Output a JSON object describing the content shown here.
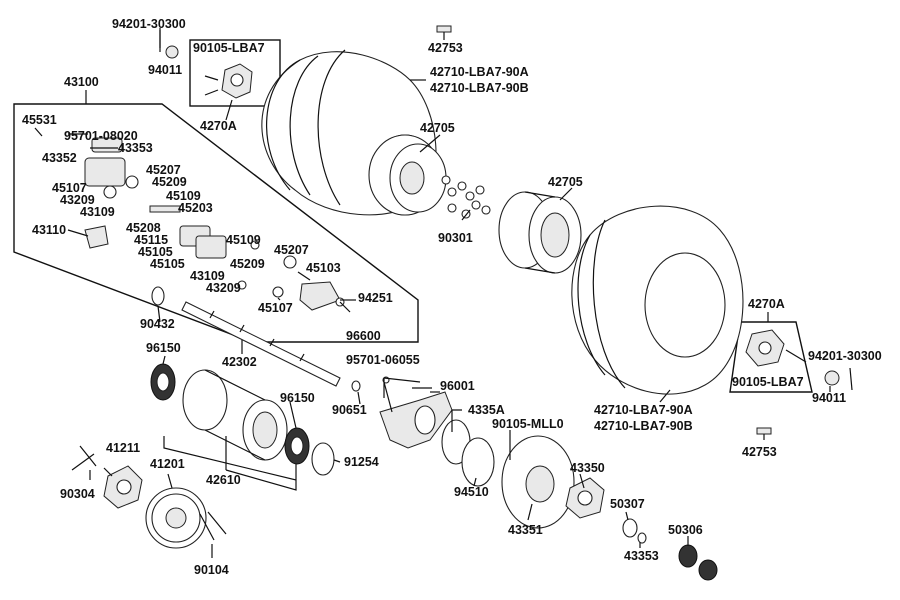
{
  "labels": {
    "bolt_top": "94201-30300",
    "nut_top": "94011",
    "kit_top": "90105-LBA7",
    "hub_top": "4270A",
    "cap_top": "42753",
    "tire_a_top": "42710-LBA7-90A",
    "tire_b_top": "42710-LBA7-90B",
    "rim_left": "42705",
    "rim_right": "42705",
    "wheel_nut": "90301",
    "caliper_assy": "43100",
    "p45531": "45531",
    "p95701_08020": "95701-08020",
    "p43353_a": "43353",
    "p43352": "43352",
    "p45207_a": "45207",
    "p45107_a": "45107",
    "p45209_a": "45209",
    "p43209_a": "43209",
    "p45109_a": "45109",
    "p43109_a": "43109",
    "p45203": "45203",
    "p43110": "43110",
    "p45208": "45208",
    "p45115": "45115",
    "p45109_b": "45109",
    "p45105_a": "45105",
    "p45207_b": "45207",
    "p45105_b": "45105",
    "p45209_b": "45209",
    "p45103": "45103",
    "p43109_b": "43109",
    "p43209_b": "43209",
    "p94251": "94251",
    "p45107_b": "45107",
    "p96600": "96600",
    "p90432": "90432",
    "p96150_a": "96150",
    "p42302": "42302",
    "p95701_06055": "95701-06055",
    "p96001": "96001",
    "p96150_b": "96150",
    "p90651": "90651",
    "p4335a": "4335A",
    "p90105_mll0": "90105-MLL0",
    "p91254": "91254",
    "p41211": "41211",
    "p41201": "41201",
    "p42610": "42610",
    "p90304": "90304",
    "p90104": "90104",
    "p94510": "94510",
    "p43351": "43351",
    "p43350": "43350",
    "p50307": "50307",
    "p43353_b": "43353",
    "p50306": "50306",
    "hub_right": "4270A",
    "bolt_right": "94201-30300",
    "kit_right": "90105-LBA7",
    "nut_right": "94011",
    "tire_a_bottom": "42710-LBA7-90A",
    "tire_b_bottom": "42710-LBA7-90B",
    "cap_bottom": "42753"
  }
}
